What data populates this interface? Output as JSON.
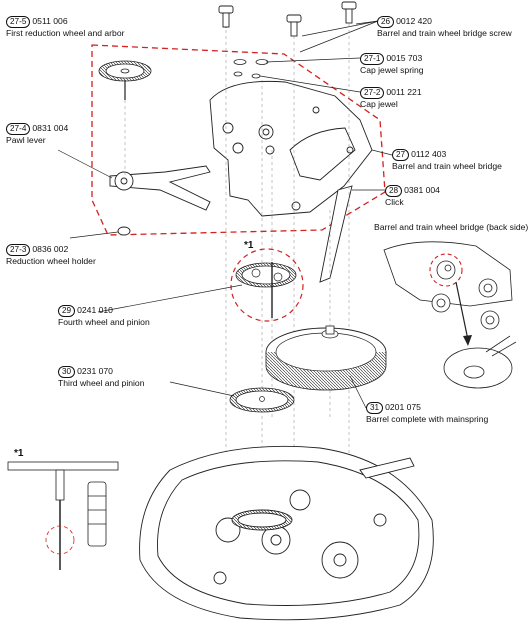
{
  "parts": [
    {
      "ref": "27-5",
      "code": "0511 006",
      "name": "First reduction wheel and arbor"
    },
    {
      "ref": "26",
      "code": "0012 420",
      "name": "Barrel and train wheel bridge screw"
    },
    {
      "ref": "27-1",
      "code": "0015 703",
      "name": "Cap jewel spring"
    },
    {
      "ref": "27-2",
      "code": "0011 221",
      "name": "Cap jewel"
    },
    {
      "ref": "27-4",
      "code": "0831 004",
      "name": "Pawl lever"
    },
    {
      "ref": "27",
      "code": "0112 403",
      "name": "Barrel and train wheel bridge"
    },
    {
      "ref": "28",
      "code": "0381 004",
      "name": "Click"
    },
    {
      "ref": "27-3",
      "code": "0836 002",
      "name": "Reduction wheel holder"
    },
    {
      "ref": "29",
      "code": "0241 010",
      "name": "Fourth wheel and pinion"
    },
    {
      "ref": "30",
      "code": "0231 070",
      "name": "Third wheel and pinion"
    },
    {
      "ref": "31",
      "code": "0201 075",
      "name": "Barrel complete with mainspring"
    }
  ],
  "back_side_note": "Barrel and train wheel bridge (back side)",
  "detail_marker": "*1",
  "colors": {
    "line": "#1a1a1a",
    "outline_red": "#d42020",
    "gray": "#666666"
  }
}
